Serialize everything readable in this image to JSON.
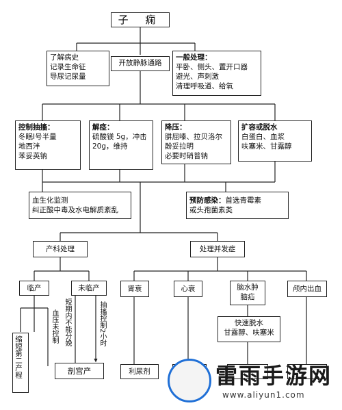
{
  "root": "子 痫",
  "level1": {
    "history": [
      "了解病史",
      "记录生命征",
      "导尿记尿量"
    ],
    "iv": "开放静脉通路",
    "general": {
      "title": "一般处理：",
      "lines": [
        "平卧、侧头、置开口器",
        "避光、声刺激",
        "清理呼吸道、给氧"
      ]
    }
  },
  "level2": {
    "convulsion": {
      "title": "控制抽搐：",
      "lines": [
        "冬眠Ⅰ号半量",
        "地西泮",
        "苯妥英钠"
      ]
    },
    "spasm": {
      "title": "解痉：",
      "lines": [
        "硫酸镁 5g，冲击",
        "20g，维持"
      ]
    },
    "bp": {
      "title": "降压：",
      "lines": [
        "肼屈嗪、拉贝洛尔",
        "酚妥拉明",
        "必要时硝普钠"
      ]
    },
    "volume": {
      "title": "扩容或脱水",
      "lines": [
        "白蛋白、血浆",
        "呋塞米、甘露醇"
      ]
    }
  },
  "level3": {
    "monitor": [
      "血生化监测",
      "纠正酸中毒及水电解质紊乱"
    ],
    "infection": {
      "title": "预防感染：",
      "text": "首选青霉素",
      "line2": "或头孢菌素类"
    }
  },
  "obstetric": {
    "title": "产科处理",
    "labor": "临产",
    "no_labor": "未临产",
    "bp_uncontrolled": "血压未控制",
    "shorten": "缩短第二产程",
    "short_no_delivery": "短期内不能分娩",
    "seizure_2h": "抽搐控制2小时",
    "cesarean": "剖宫产"
  },
  "complications": {
    "title": "处理并发症",
    "renal": "肾衰",
    "heart": "心衰",
    "brain": [
      "脑水肿",
      "脑疝"
    ],
    "hemorrhage": "颅内出血",
    "dehydrate": [
      "快速脱水",
      "甘露醇、呋塞米"
    ],
    "diuretic": "利尿剂"
  },
  "watermark": {
    "brand": "雷雨手游网",
    "url": "www.aliyun1.com"
  }
}
